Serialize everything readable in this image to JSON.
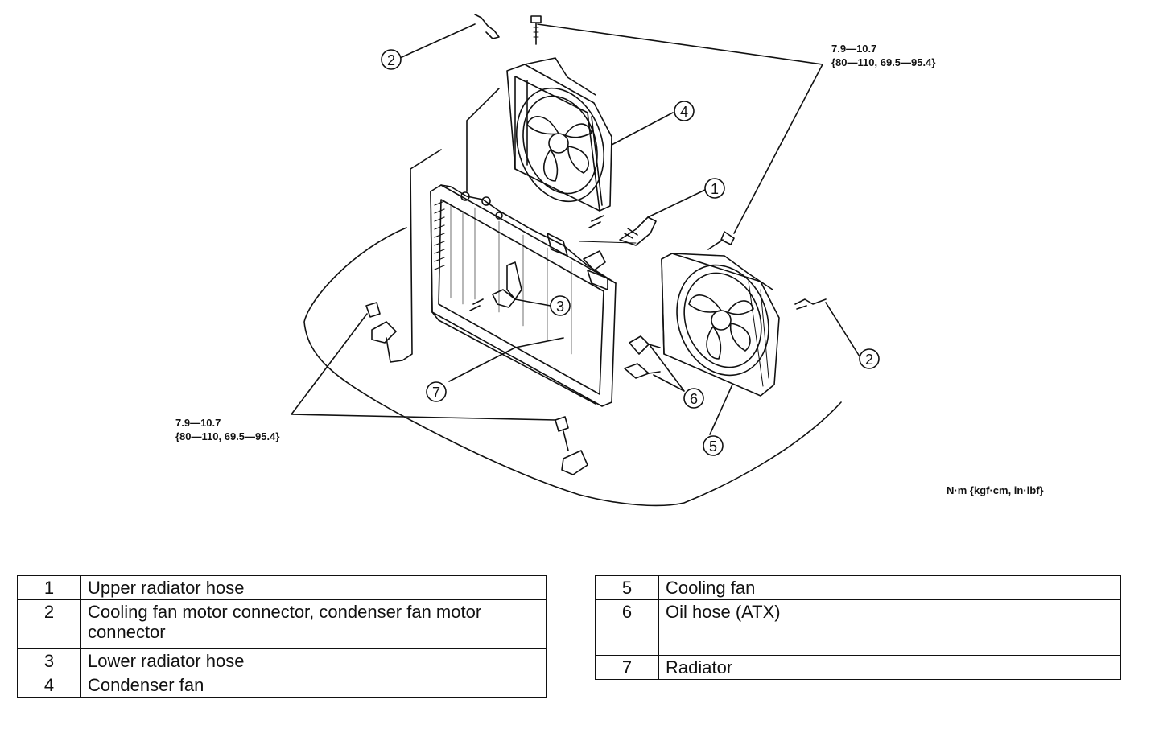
{
  "torque": {
    "right": {
      "line1": "7.9—10.7",
      "line2": "{80—110, 69.5—95.4}"
    },
    "left": {
      "line1": "7.9—10.7",
      "line2": "{80—110, 69.5—95.4}"
    }
  },
  "units": "N·m {kgf·cm, in·lbf}",
  "callouts": [
    "1",
    "2",
    "3",
    "4",
    "5",
    "6",
    "7"
  ],
  "parts_left": [
    {
      "num": "1",
      "name": "Upper radiator hose"
    },
    {
      "num": "2",
      "name": "Cooling fan motor connector, condenser fan motor connector"
    },
    {
      "num": "3",
      "name": "Lower radiator hose"
    },
    {
      "num": "4",
      "name": "Condenser fan"
    }
  ],
  "parts_right": [
    {
      "num": "5",
      "name": "Cooling fan"
    },
    {
      "num": "6",
      "name": "Oil hose (ATX)"
    },
    {
      "num": "7",
      "name": "Radiator"
    }
  ]
}
